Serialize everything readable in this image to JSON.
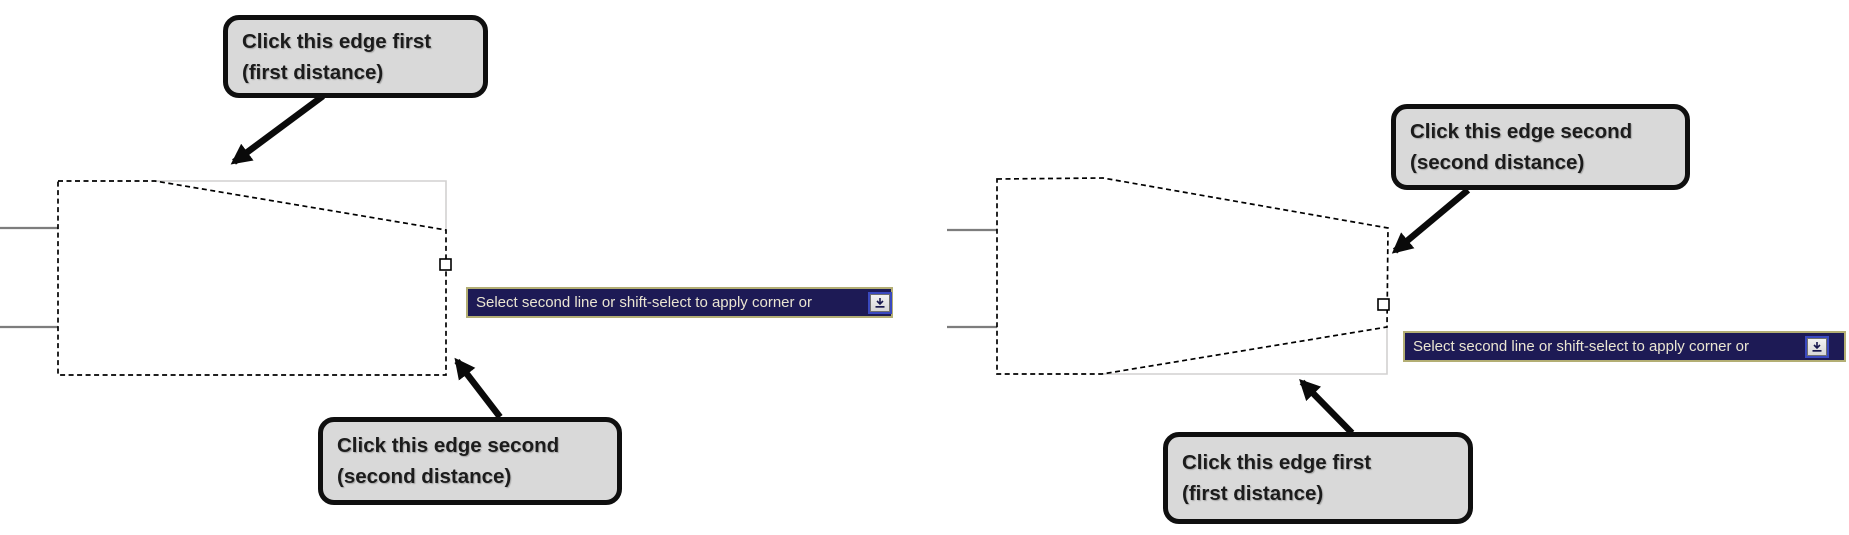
{
  "figures": [
    {
      "name": "left-chamfer-step",
      "callout_top": {
        "line1": "Click this edge first",
        "line2": "(first distance)"
      },
      "callout_bottom": {
        "line1": "Click this edge second",
        "line2": "(second distance)"
      },
      "tooltip": {
        "text": "Select second line or shift-select to apply corner or",
        "icon": "down-arrow-to-bar-icon"
      }
    },
    {
      "name": "right-chamfer-step",
      "callout_top": {
        "line1": "Click this edge second",
        "line2": "(second distance)"
      },
      "callout_bottom": {
        "line1": "Click this edge first",
        "line2": "(first distance)"
      },
      "tooltip": {
        "text": "Select second line or shift-select to apply corner or",
        "icon": "down-arrow-to-bar-icon"
      }
    }
  ],
  "colors": {
    "tooltip_bg": "#1d1a55",
    "tooltip_border": "#b3ae74",
    "tooltip_text": "#eae5d2",
    "callout_bg": "#d9d9d9",
    "callout_border": "#0f0f0f",
    "callout_text": "#1c1c1c",
    "ghost_edge": "#d2d1d0",
    "stub_line": "#7d7d7d",
    "dashed_outline": "#000000",
    "icon_focus_ring": "#3a49bf"
  }
}
